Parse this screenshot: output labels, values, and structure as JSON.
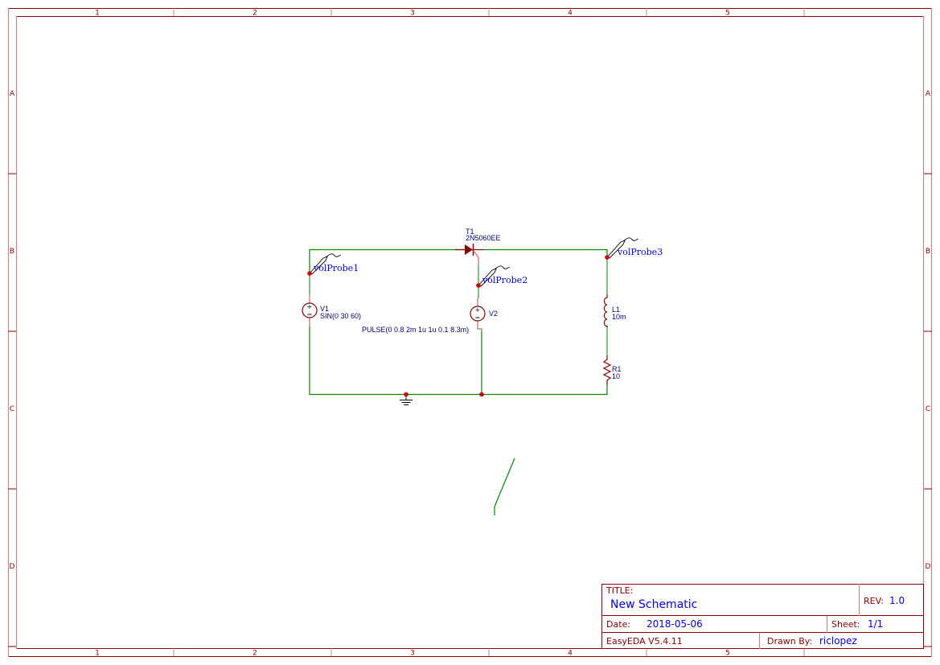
{
  "frame": {
    "columns": [
      "1",
      "2",
      "3",
      "4",
      "5"
    ],
    "rows": [
      "A",
      "B",
      "C",
      "D"
    ],
    "colors": {
      "border": "#880000",
      "border_light": "#c88888"
    }
  },
  "components": {
    "T1": {
      "ref": "T1",
      "value": "2N5060EE",
      "type": "SCR"
    },
    "V1": {
      "ref": "V1",
      "value": "SIN(0 30 60)",
      "type": "voltage-source"
    },
    "V2": {
      "ref": "V2",
      "value": "PULSE(0 0.8 2m 1u 1u 0.1 8.3m)",
      "type": "voltage-source"
    },
    "L1": {
      "ref": "L1",
      "value": "10m",
      "type": "inductor"
    },
    "R1": {
      "ref": "R1",
      "value": "10",
      "type": "resistor"
    },
    "GND": {
      "type": "ground"
    }
  },
  "probes": [
    {
      "label": "volProbe1"
    },
    {
      "label": "volProbe2"
    },
    {
      "label": "volProbe3"
    }
  ],
  "title_block": {
    "title_key": "TITLE:",
    "title": "New Schematic",
    "rev_key": "REV:",
    "rev": "1.0",
    "date_key": "Date:",
    "date": "2018-05-06",
    "sheet_key": "Sheet:",
    "sheet": "1/1",
    "software": "EasyEDA V5.4.11",
    "drawn_by_key": "Drawn By:",
    "drawn_by": "riclopez"
  },
  "colors": {
    "wire": "#008800",
    "wire_light": "#80c080",
    "symbol": "#880000",
    "junction": "#cc0000",
    "label": "#000080",
    "probe_label": "#0000ff"
  }
}
